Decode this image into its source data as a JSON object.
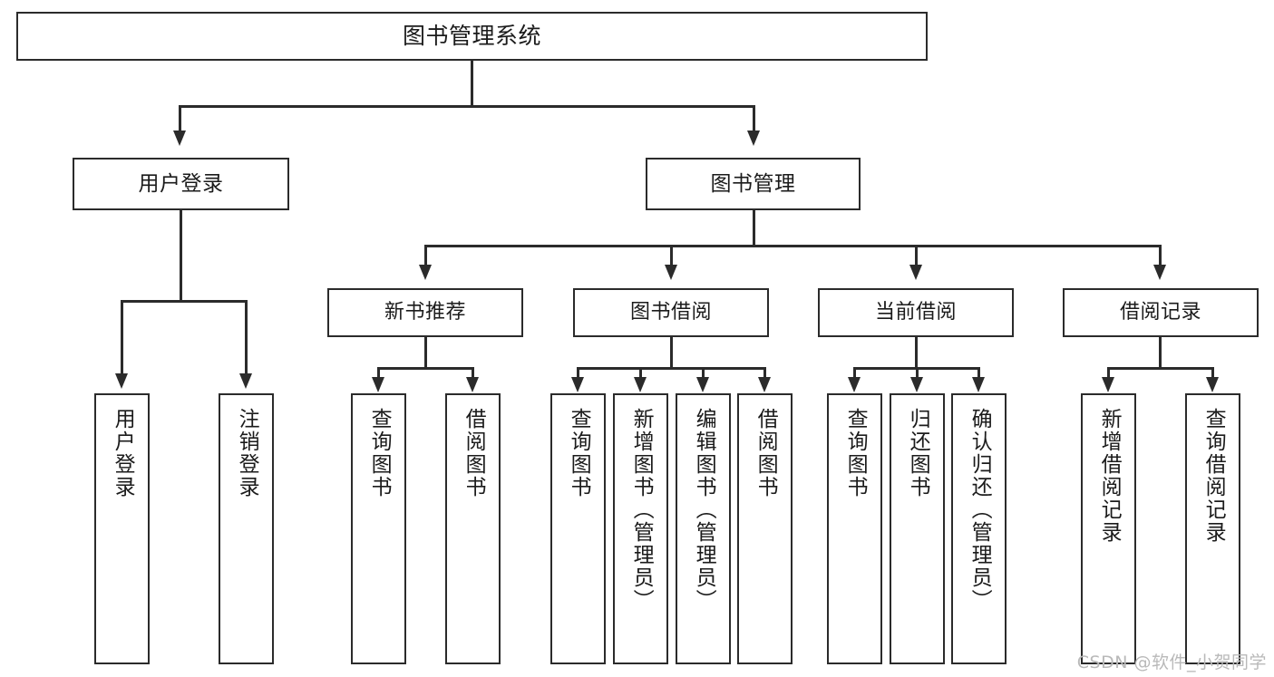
{
  "diagram": {
    "title": "图书管理系统",
    "type": "hierarchy-tree",
    "root": {
      "label": "图书管理系统",
      "level": 0
    },
    "level1": [
      {
        "label": "用户登录"
      },
      {
        "label": "图书管理"
      }
    ],
    "level2": [
      {
        "label": "新书推荐"
      },
      {
        "label": "图书借阅"
      },
      {
        "label": "当前借阅"
      },
      {
        "label": "借阅记录"
      }
    ],
    "leaves": {
      "user_login": [
        {
          "label": "用户登录"
        },
        {
          "label": "注销登录"
        }
      ],
      "new_book_recommend": [
        {
          "label": "查询图书"
        },
        {
          "label": "借阅图书"
        }
      ],
      "book_borrow": [
        {
          "label": "查询图书"
        },
        {
          "label": "新增图书（管理员）"
        },
        {
          "label": "编辑图书（管理员）"
        },
        {
          "label": "借阅图书"
        }
      ],
      "current_borrow": [
        {
          "label": "查询图书"
        },
        {
          "label": "归还图书"
        },
        {
          "label": "确认归还（管理员）"
        }
      ],
      "borrow_record": [
        {
          "label": "新增借阅记录"
        },
        {
          "label": "查询借阅记录"
        }
      ]
    }
  },
  "watermark": {
    "text": "CSDN @软件_小贺同学"
  },
  "colors": {
    "stroke": "#2b2b2b",
    "background": "#ffffff",
    "text": "#1b1b1b",
    "watermark": "#b9b9b9"
  }
}
